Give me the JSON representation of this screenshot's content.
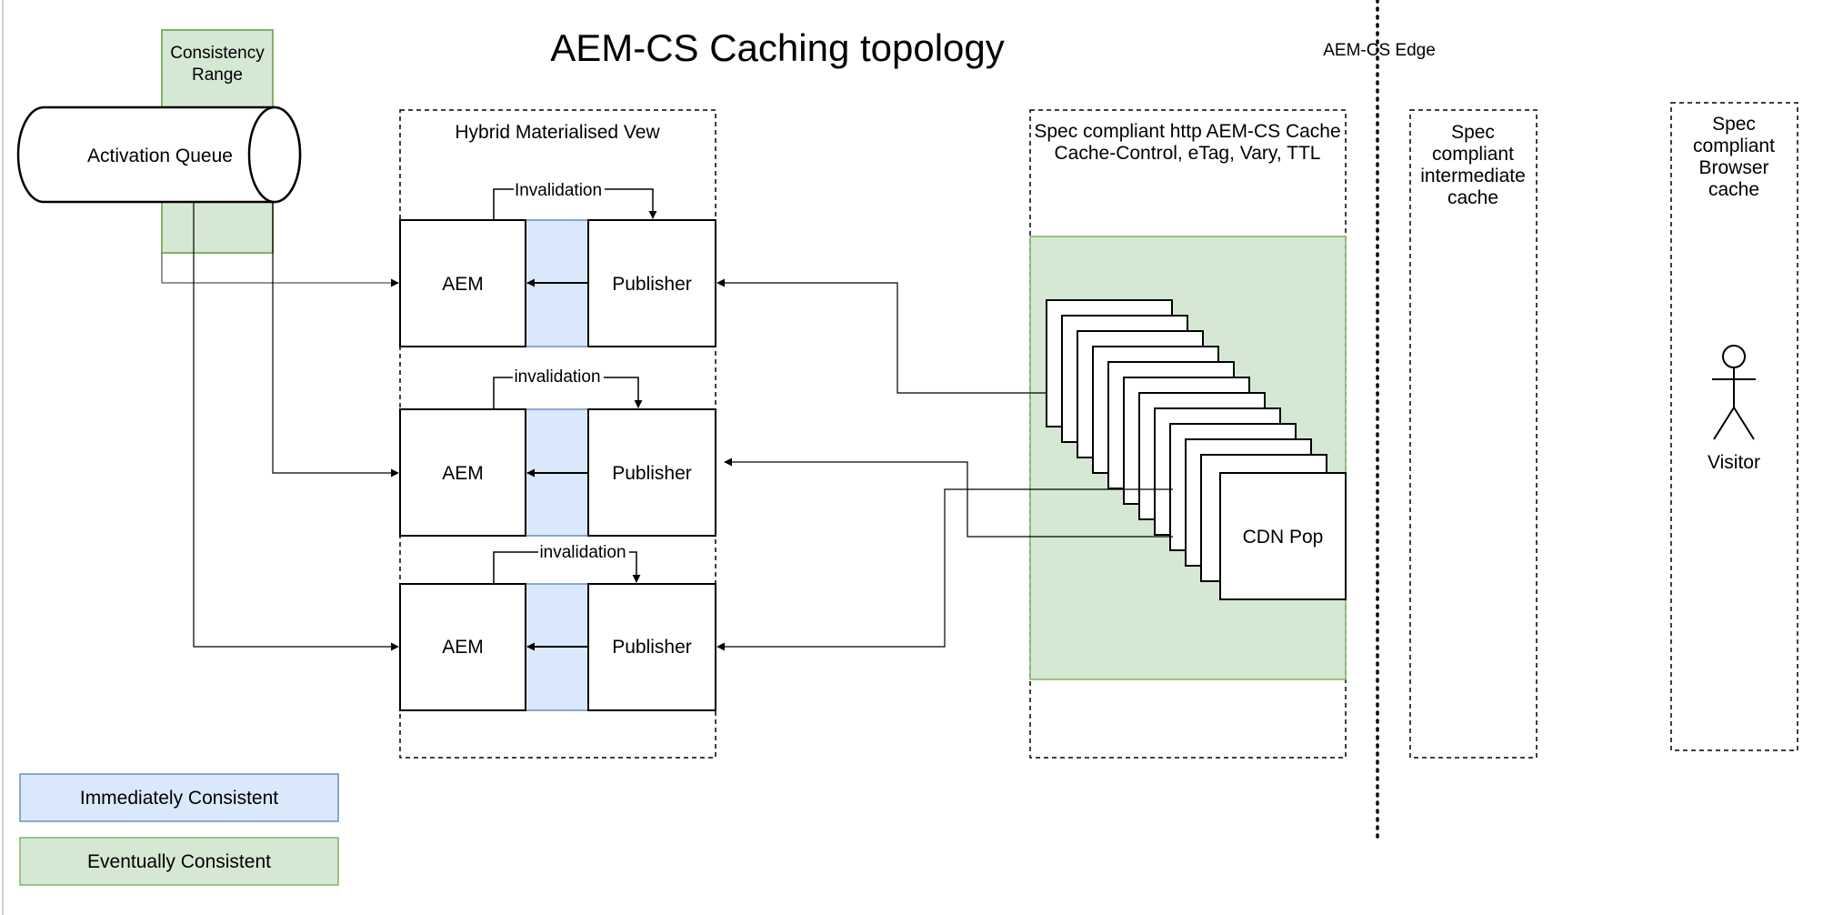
{
  "title": "AEM-CS Caching topology",
  "edge_label": "AEM-CS Edge",
  "consistency_range": [
    "Consistency",
    "Range"
  ],
  "activation_queue": "Activation Queue",
  "hybrid_view": "Hybrid Materialised Vew",
  "invalidation_labels": [
    "Invalidation",
    "invalidation",
    "invalidation"
  ],
  "rows": [
    {
      "aem": "AEM",
      "publisher": "Publisher"
    },
    {
      "aem": "AEM",
      "publisher": "Publisher"
    },
    {
      "aem": "AEM",
      "publisher": "Publisher"
    }
  ],
  "cdn_cache": {
    "title_lines": [
      "Spec compliant http AEM-CS Cache",
      "Cache-Control, eTag, Vary, TTL"
    ],
    "pop_label": "CDN Pop"
  },
  "intermediate_cache": [
    "Spec",
    "compliant",
    "intermediate",
    "cache"
  ],
  "browser_cache": [
    "Spec",
    "compliant",
    "Browser",
    "cache"
  ],
  "visitor": "Visitor",
  "legend": {
    "immediate": "Immediately Consistent",
    "eventual": "Eventually Consistent"
  },
  "colors": {
    "immediate_fill": "#dae8fc",
    "immediate_stroke": "#6c8ebf",
    "eventual_fill": "#d5e8d4",
    "eventual_stroke": "#82b366"
  }
}
